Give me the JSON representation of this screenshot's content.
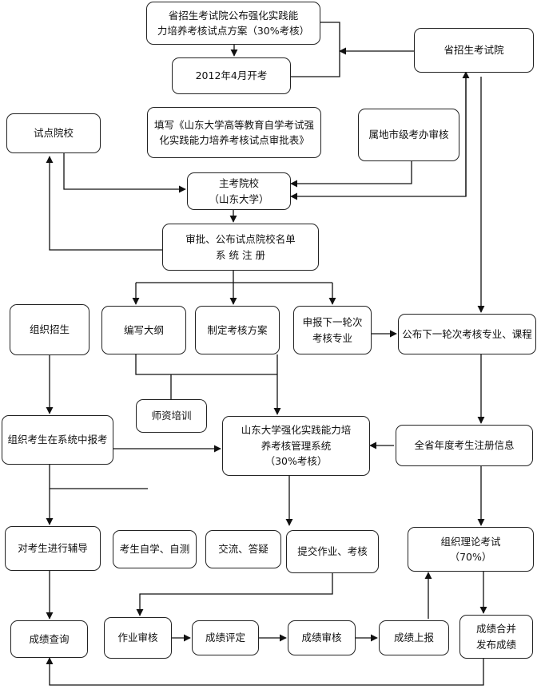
{
  "nodes": {
    "scheme": {
      "line1": "省招生考试院公布强化实践能",
      "line2": "力培养考核试点方案（30%考核）"
    },
    "start": {
      "text": "2012年4月开考"
    },
    "provincial": {
      "text": "省招生考试院"
    },
    "pilot_school": {
      "text": "试点院校"
    },
    "form": {
      "line1": "填写《山东大学高等教育自学考试强",
      "line2": "化实践能力培养考核试点审批表》"
    },
    "city_office": {
      "text": "属地市级考办审核"
    },
    "main_school": {
      "line1": "主考院校",
      "line2": "（山东大学）"
    },
    "approve": {
      "line1": "审批、公布试点院校名单",
      "line2": "系 统 注 册"
    },
    "recruit": {
      "text": "组织招生"
    },
    "outline": {
      "text": "编写大纲"
    },
    "plan": {
      "text": "制定考核方案"
    },
    "declare": {
      "line1": "申报下一轮次",
      "line2": "考核专业"
    },
    "publish_next": {
      "text": "公布下一轮次考核专业、课程"
    },
    "teacher_training": {
      "text": "师资培训"
    },
    "org_register": {
      "text": "组织考生在系统中报考"
    },
    "system": {
      "line1": "山东大学强化实践能力培",
      "line2": "养考核管理系统",
      "line3": "（30%考核）"
    },
    "registration_info": {
      "text": "全省年度考生注册信息"
    },
    "tutoring": {
      "text": "对考生进行辅导"
    },
    "self_study": {
      "text": "考生自学、自测"
    },
    "exchange": {
      "text": "交流、答疑"
    },
    "submit": {
      "text": "提交作业、考核"
    },
    "theory_exam": {
      "line1": "组织理论考试",
      "line2": "（70%）"
    },
    "score_query": {
      "text": "成绩查询"
    },
    "hw_review": {
      "text": "作业审核"
    },
    "score_eval": {
      "text": "成绩评定"
    },
    "score_audit": {
      "text": "成绩审核"
    },
    "score_report": {
      "text": "成绩上报"
    },
    "score_merge": {
      "line1": "成绩合并",
      "line2": "发布成绩"
    }
  }
}
